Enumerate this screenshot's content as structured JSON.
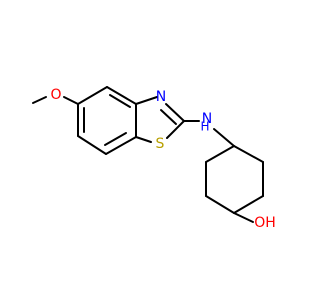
{
  "molecule": {
    "atoms": {
      "o_methoxy": "O",
      "nitrogen_ring": "N",
      "sulfur_ring": "S",
      "nitrogen_amine": "N",
      "hydrogen_amine": "H",
      "o_hydroxyl": "OH"
    },
    "colors": {
      "bond": "#000000",
      "oxygen": "#ff0000",
      "nitrogen": "#0000ff",
      "sulfur": "#b8a000"
    }
  }
}
